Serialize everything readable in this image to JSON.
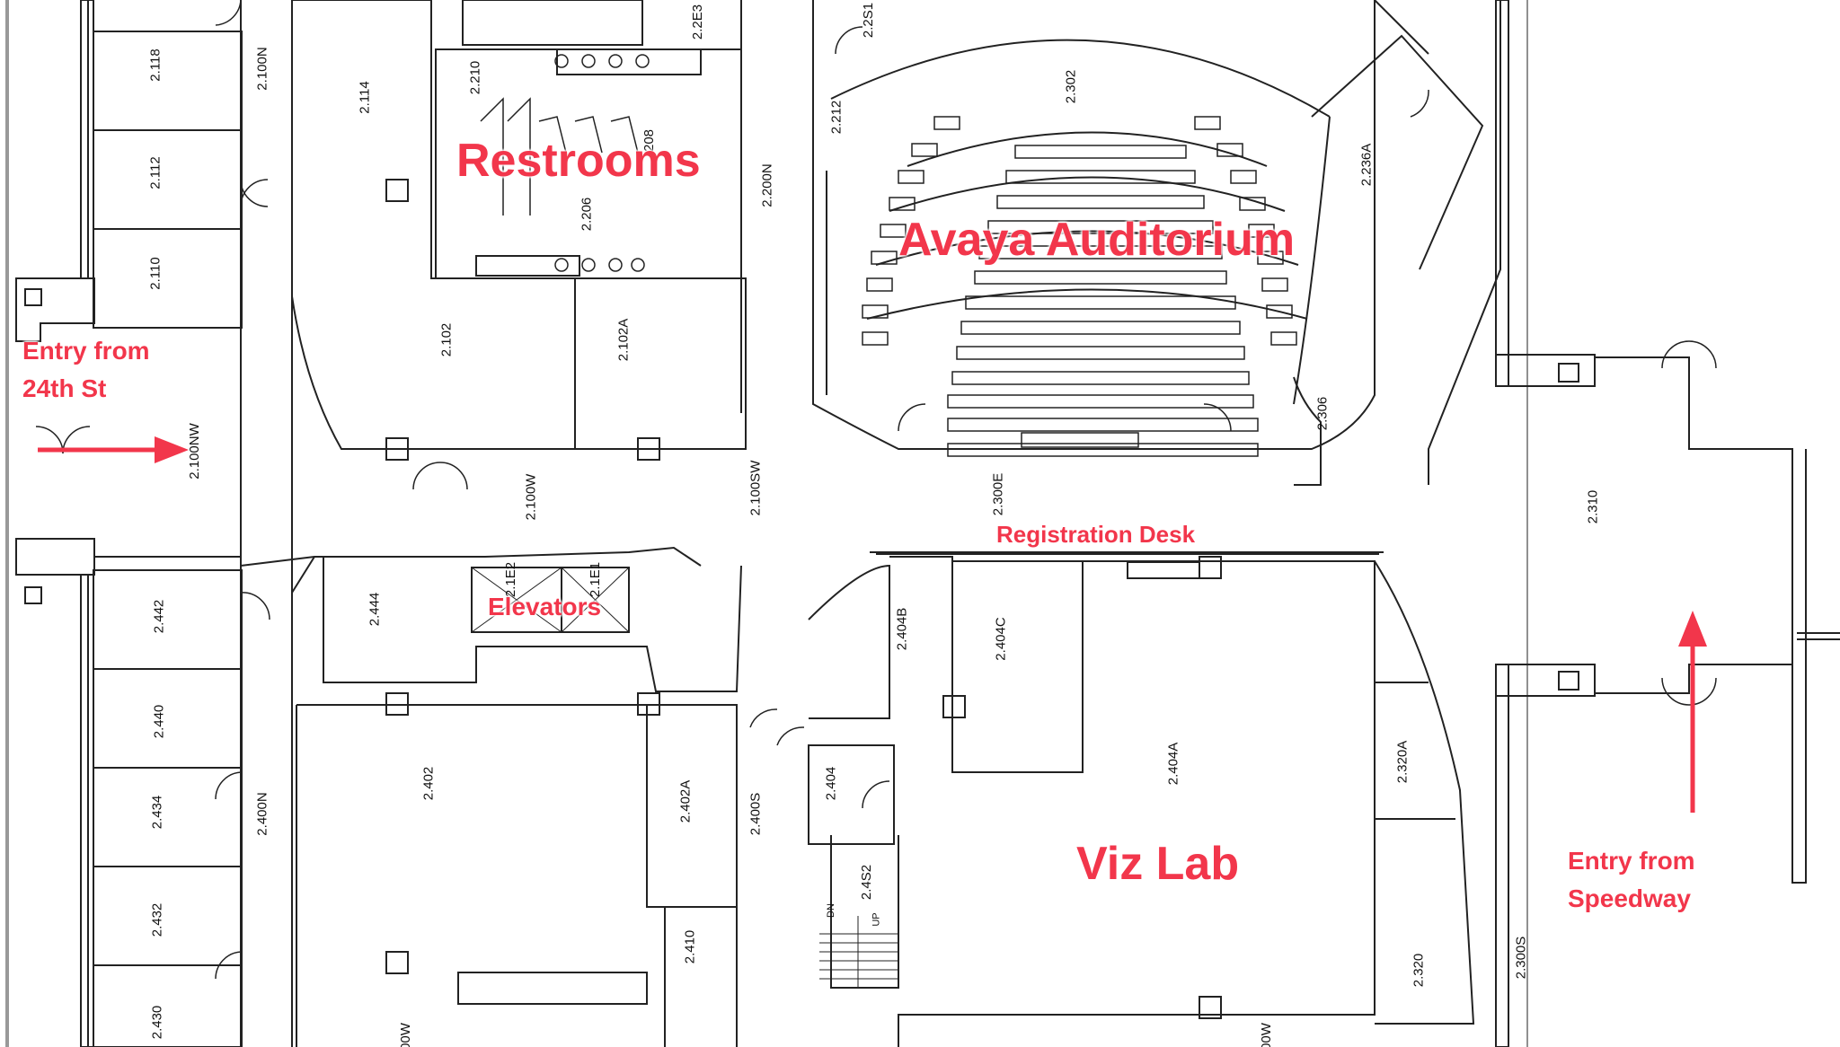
{
  "map": {
    "callouts": {
      "restrooms": "Restrooms",
      "auditorium": "Avaya Auditorium",
      "entry_west_line1": "Entry from",
      "entry_west_line2": "24th St",
      "registration": "Registration Desk",
      "elevators": "Elevators",
      "viz_lab": "Viz Lab",
      "entry_east_line1": "Entry from",
      "entry_east_line2": "Speedway"
    },
    "rooms": {
      "r2118": "2.118",
      "r2112": "2.112",
      "r2110": "2.110",
      "r2100N": "2.100N",
      "r2114": "2.114",
      "r2210": "2.210",
      "r2208": "208",
      "r2206": "2.206",
      "r2200N": "2.200N",
      "r2102": "2.102",
      "r2102A": "2.102A",
      "r2100NW": "2.100NW",
      "r2100W": "2.100W",
      "r2100SW": "2.100SW",
      "r2E3": "2.2E3",
      "r2S1": "2.2S1",
      "r2212": "2.212",
      "r2302": "2.302",
      "r2236A": "2.236A",
      "r2306": "2.306",
      "r2300E": "2.300E",
      "r2310": "2.310",
      "r2442": "2.442",
      "r2440": "2.440",
      "r2434": "2.434",
      "r2432": "2.432",
      "r2430": "2.430",
      "r2400N": "2.400N",
      "r2444": "2.444",
      "r2E2": "2.1E2",
      "r2E1": "2.1E1",
      "r2402": "2.402",
      "r2402A": "2.402A",
      "r2410": "2.410",
      "r2400S": "2.400S",
      "r2404": "2.404",
      "r2452": "2.4S2",
      "r2404B": "2.404B",
      "r2404C": "2.404C",
      "r2404A": "2.404A",
      "r2320A": "2.320A",
      "r2320": "2.320",
      "r2300S": "2.300S",
      "r00W_left": "00W",
      "r00W_right": "00W",
      "stairs_dn": "DN",
      "stairs_up": "UP"
    },
    "colors": {
      "wall": "#222222",
      "accent": "#f2364b",
      "background": "#ffffff"
    }
  }
}
